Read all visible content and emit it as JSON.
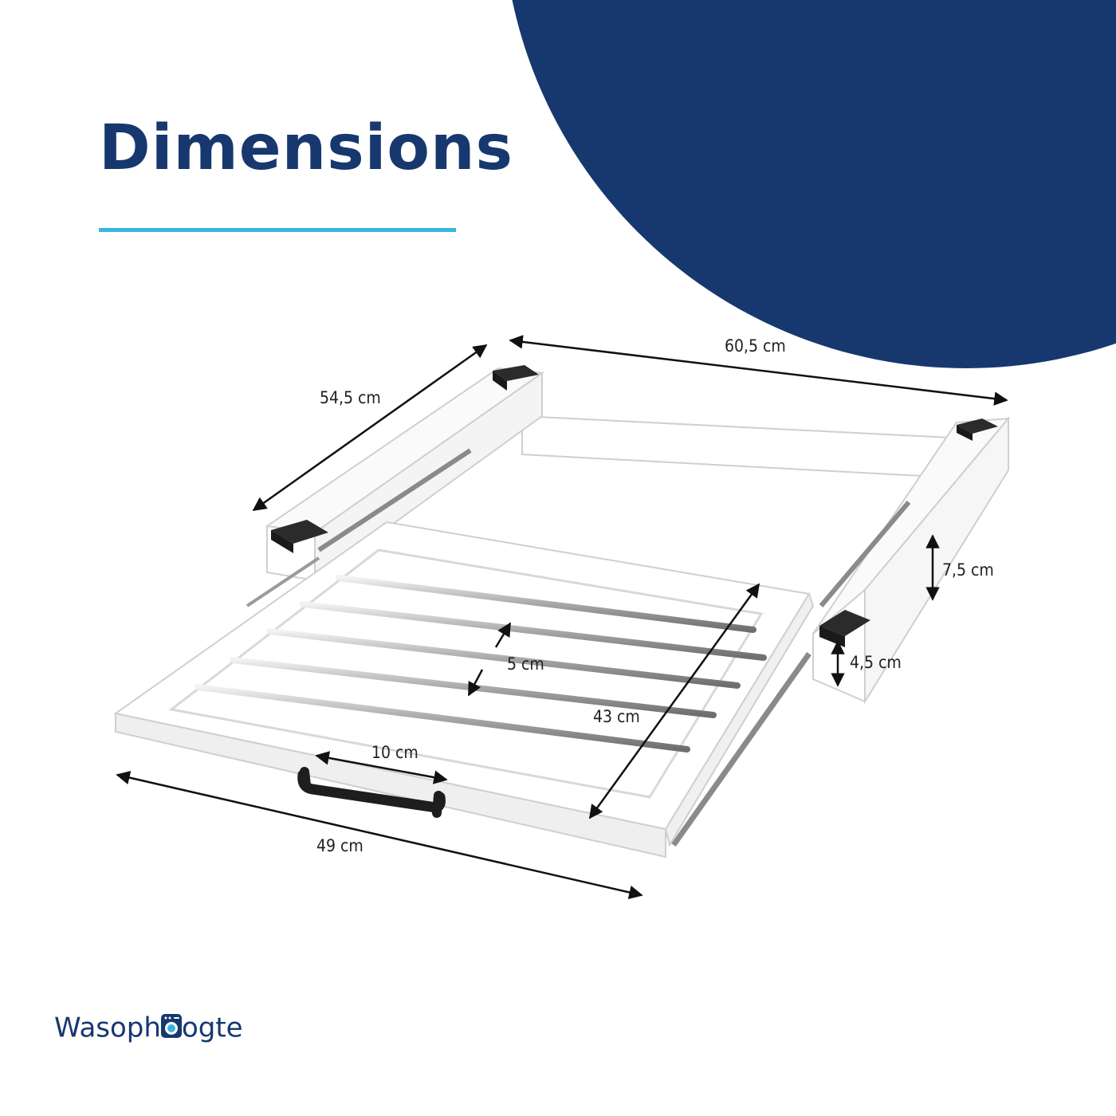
{
  "heading": {
    "title": "Dimensions"
  },
  "diagram": {
    "labels": {
      "depth": "54,5 cm",
      "width": "60,5 cm",
      "tray_width": "49 cm",
      "tray_depth": "43 cm",
      "rod_spacing": "5 cm",
      "handle_width": "10 cm",
      "frame_height": "7,5 cm",
      "tray_height": "4,5 cm"
    }
  },
  "brand": {
    "prefix": "Wasoph",
    "suffix": "ogte"
  },
  "colors": {
    "navy": "#17386f",
    "accent": "#3bb4dc",
    "frame": "#ffffff",
    "outline": "#cfcfcf",
    "feet": "#2b2b2b",
    "rods": "#b8b8b8"
  },
  "icons": {
    "logo_letter": "washing-machine-icon"
  }
}
